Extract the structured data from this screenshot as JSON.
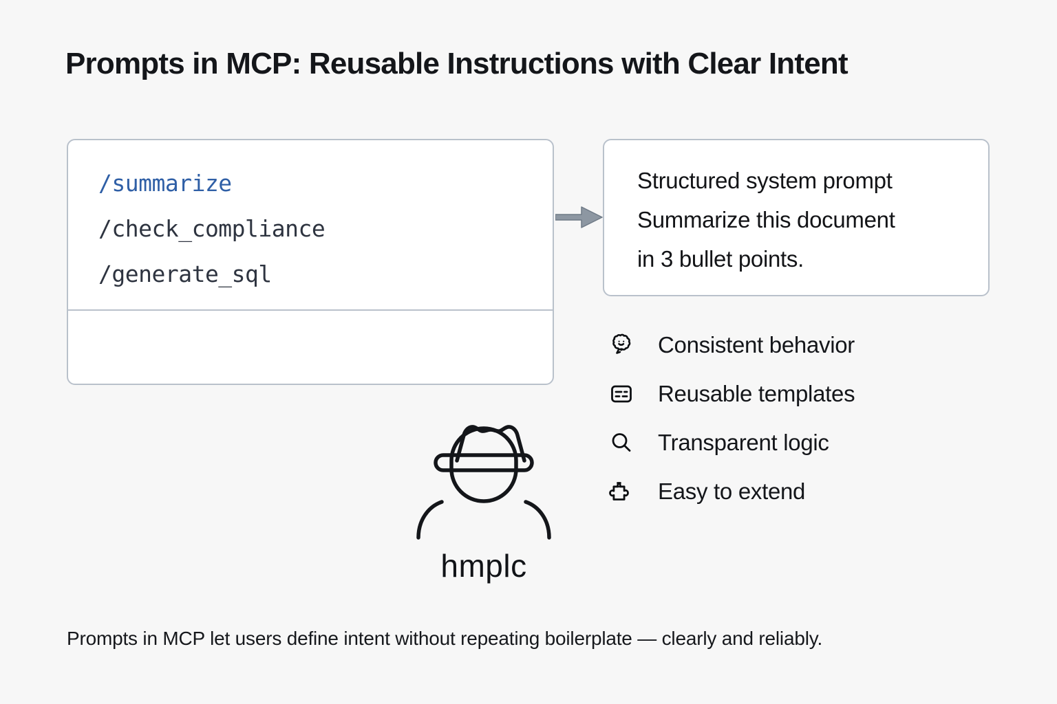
{
  "page": {
    "title": "Prompts in MCP: Reusable Instructions with Clear Intent",
    "background_color": "#f7f7f7",
    "caption": "Prompts in MCP let users define intent without repeating boilerplate — clearly and reliably."
  },
  "colors": {
    "accent_blue": "#2f5fa6",
    "text_dark": "#14161a",
    "command_text": "#2e3440",
    "panel_border": "#b9c1cb",
    "panel_fill": "#ffffff",
    "arrow": "#8d97a2"
  },
  "commands_panel": {
    "items": [
      {
        "label": "/summarize",
        "selected": true
      },
      {
        "label": "/check_compliance",
        "selected": false
      },
      {
        "label": "/generate_sql",
        "selected": false
      }
    ]
  },
  "arrow": {
    "icon": "arrow-right-icon",
    "direction": "right"
  },
  "output_panel": {
    "lines": [
      "Structured system prompt",
      "Summarize this document",
      "in 3 bullet points."
    ]
  },
  "features": [
    {
      "icon": "brain-icon",
      "label": "Consistent behavior"
    },
    {
      "icon": "template-card-icon",
      "label": "Reusable templates"
    },
    {
      "icon": "magnifier-icon",
      "label": "Transparent logic"
    },
    {
      "icon": "puzzle-piece-icon",
      "label": "Easy to extend"
    }
  ],
  "persona": {
    "icon": "person-with-hat-icon",
    "label": "hmplc"
  }
}
